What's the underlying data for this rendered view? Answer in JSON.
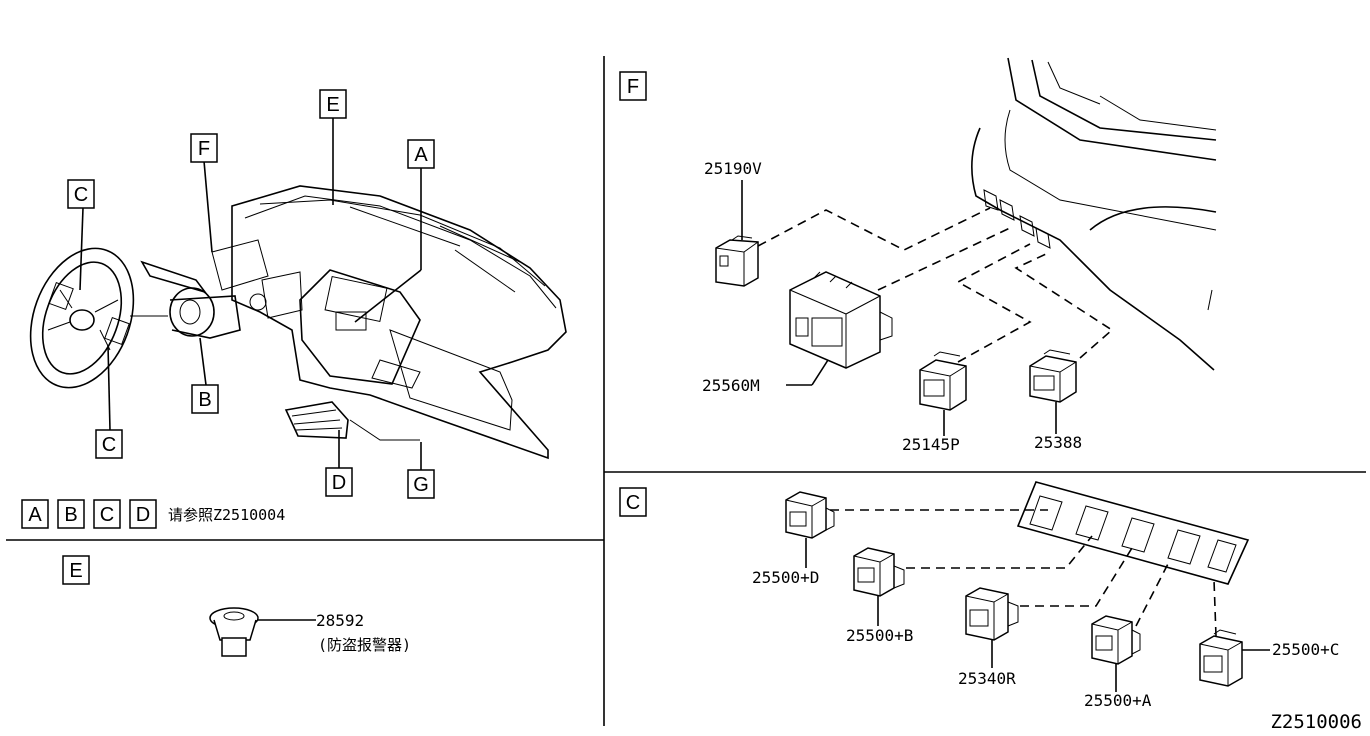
{
  "panel_labels": {
    "main_A": "A",
    "main_B": "B",
    "main_C_top": "C",
    "main_C_bottom": "C",
    "main_D": "D",
    "main_E": "E",
    "main_F": "F",
    "main_G": "G",
    "section_E": "E",
    "section_F": "F",
    "section_C": "C"
  },
  "reference": {
    "boxes": [
      "A",
      "B",
      "C",
      "D"
    ],
    "text": "请参照Z2510004"
  },
  "section_E": {
    "part_number": "28592",
    "part_desc": "(防盗报警器)"
  },
  "section_F": {
    "parts": [
      "25190V",
      "25560M",
      "25145P",
      "25388"
    ]
  },
  "section_C": {
    "parts": [
      "25500+D",
      "25500+B",
      "25340R",
      "25500+A",
      "25500+C"
    ]
  },
  "drawing_number": "Z2510006"
}
